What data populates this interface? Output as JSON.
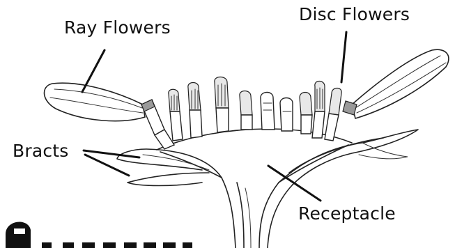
{
  "labels": {
    "ray_flowers": "Ray Flowers",
    "disc_flowers": "Disc Flowers",
    "bracts": "Bracts",
    "receptacle": "Receptacle"
  }
}
